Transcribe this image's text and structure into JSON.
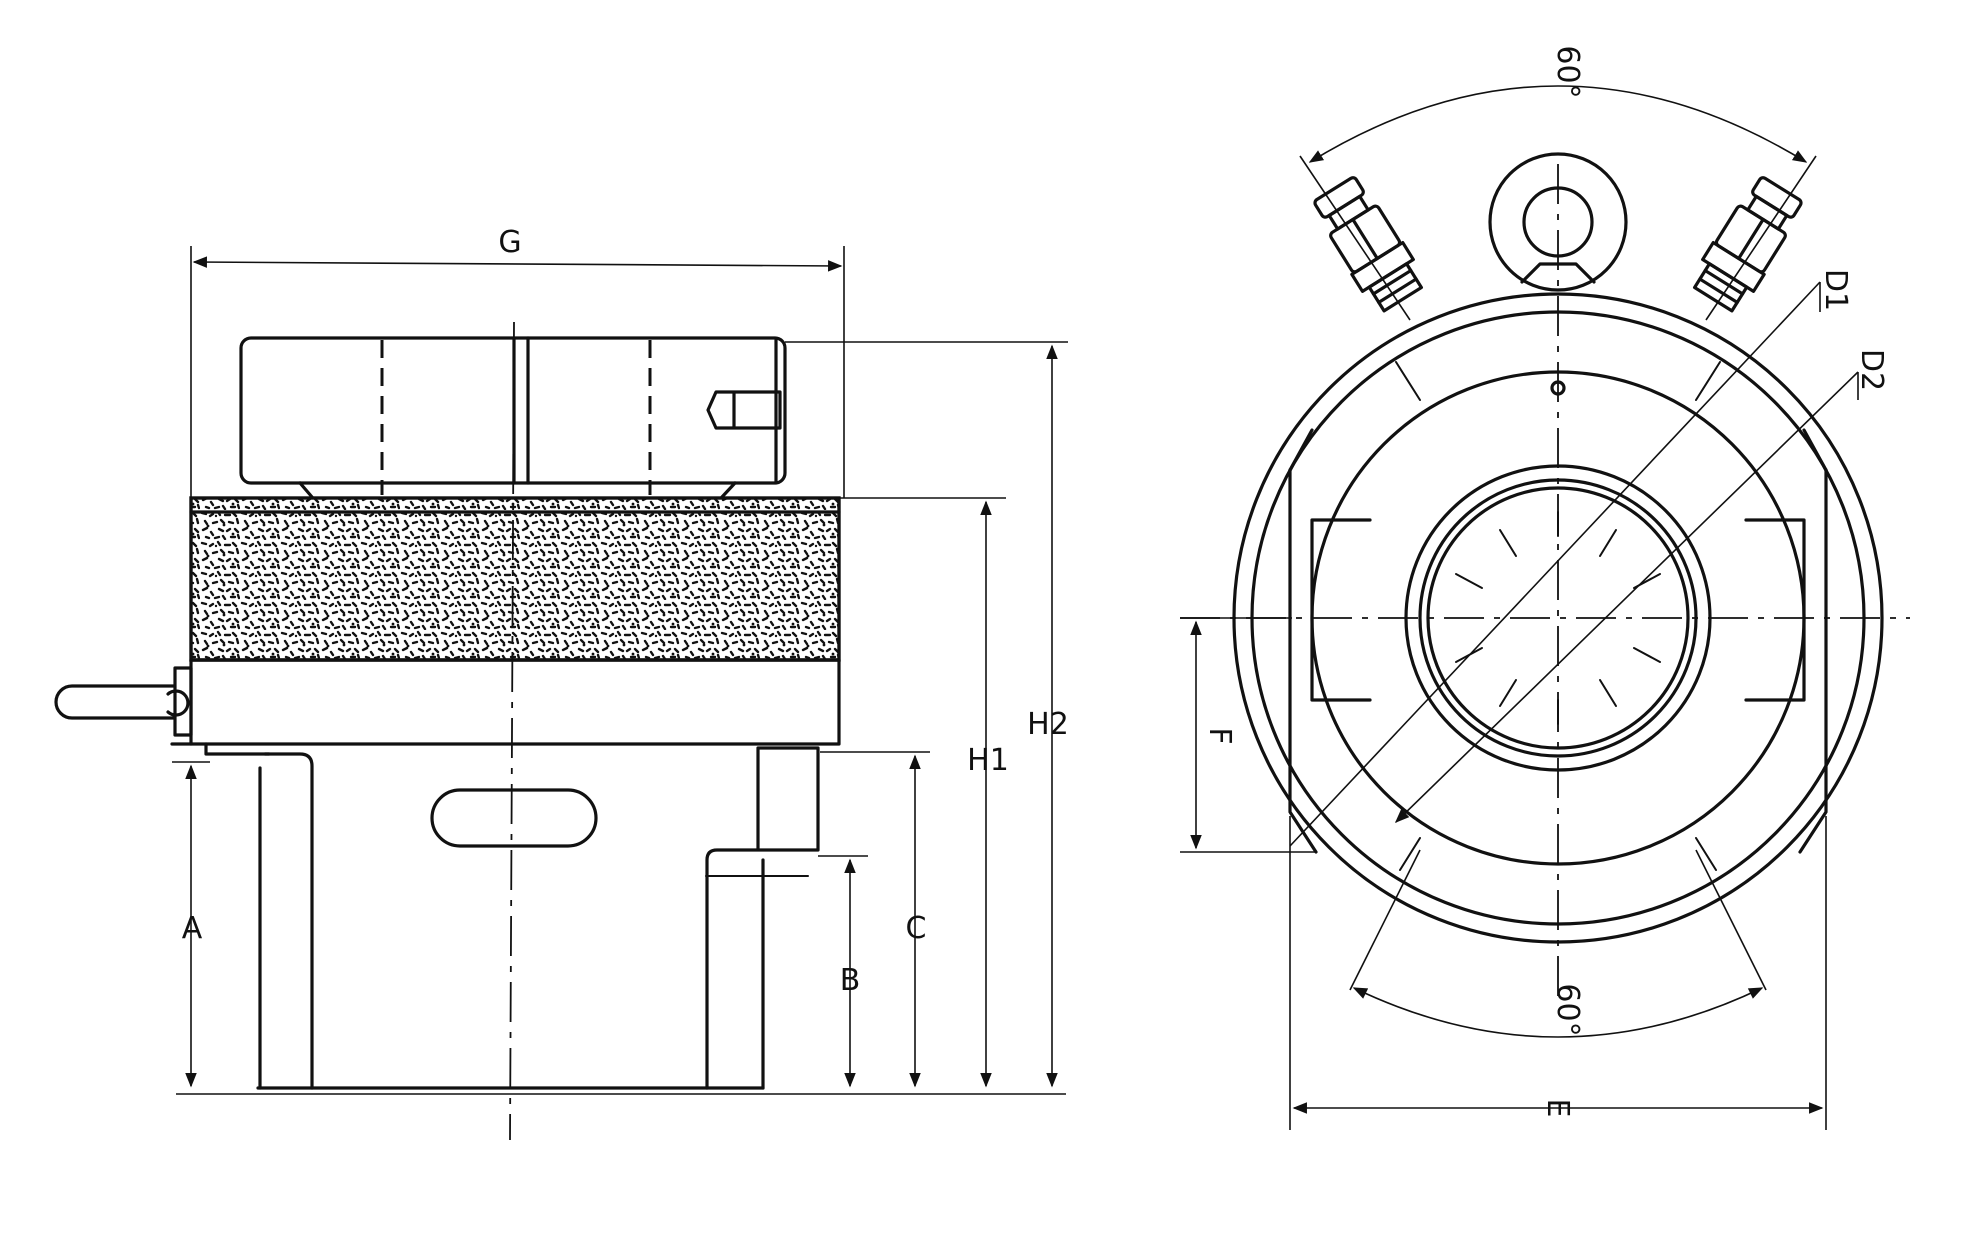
{
  "side_view": {
    "labels": {
      "G": "G",
      "H1": "H1",
      "H2": "H2",
      "A": "A",
      "B": "B",
      "C": "C"
    }
  },
  "front_view": {
    "labels": {
      "angle_top": "60°",
      "angle_bottom": "60°",
      "D1": "D1",
      "D2": "D2",
      "E": "E",
      "F": "F"
    }
  }
}
